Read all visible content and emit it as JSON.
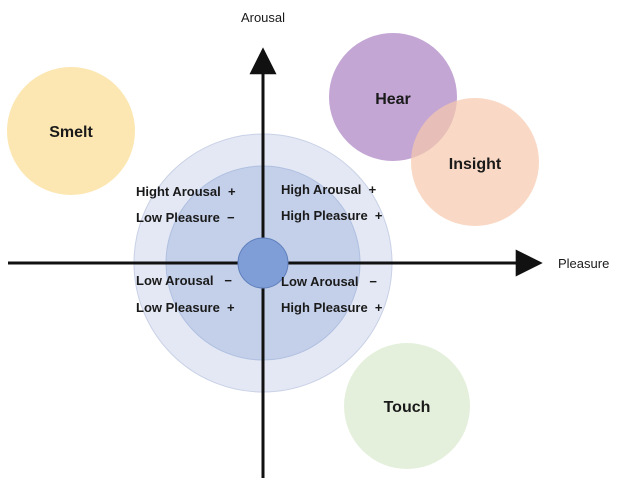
{
  "axes": {
    "x_label": "Pleasure",
    "y_label": "Arousal"
  },
  "quadrants": {
    "top_left": {
      "line1": "Hight Arousal  +",
      "line2": "Low Pleasure  −"
    },
    "top_right": {
      "line1": "High Arousal  +",
      "line2": "High Pleasure  +"
    },
    "bottom_left": {
      "line1": "Low Arousal   −",
      "line2": "Low Pleasure  +"
    },
    "bottom_right": {
      "line1": "Low Arousal   −",
      "line2": "High Pleasure  +"
    }
  },
  "bubbles": [
    {
      "id": "smelt",
      "label": "Smelt",
      "color": "#fbe3a4"
    },
    {
      "id": "hear",
      "label": "Hear",
      "color": "#b490c9"
    },
    {
      "id": "insight",
      "label": "Insight",
      "color": "#f7c9ad"
    },
    {
      "id": "touch",
      "label": "Touch",
      "color": "#dfedd6"
    }
  ],
  "colors": {
    "outer_ring": "#e3e8f4",
    "middle_ring": "#c4d0ea",
    "center_dot": "#7f9ed8",
    "axis": "#111111"
  }
}
